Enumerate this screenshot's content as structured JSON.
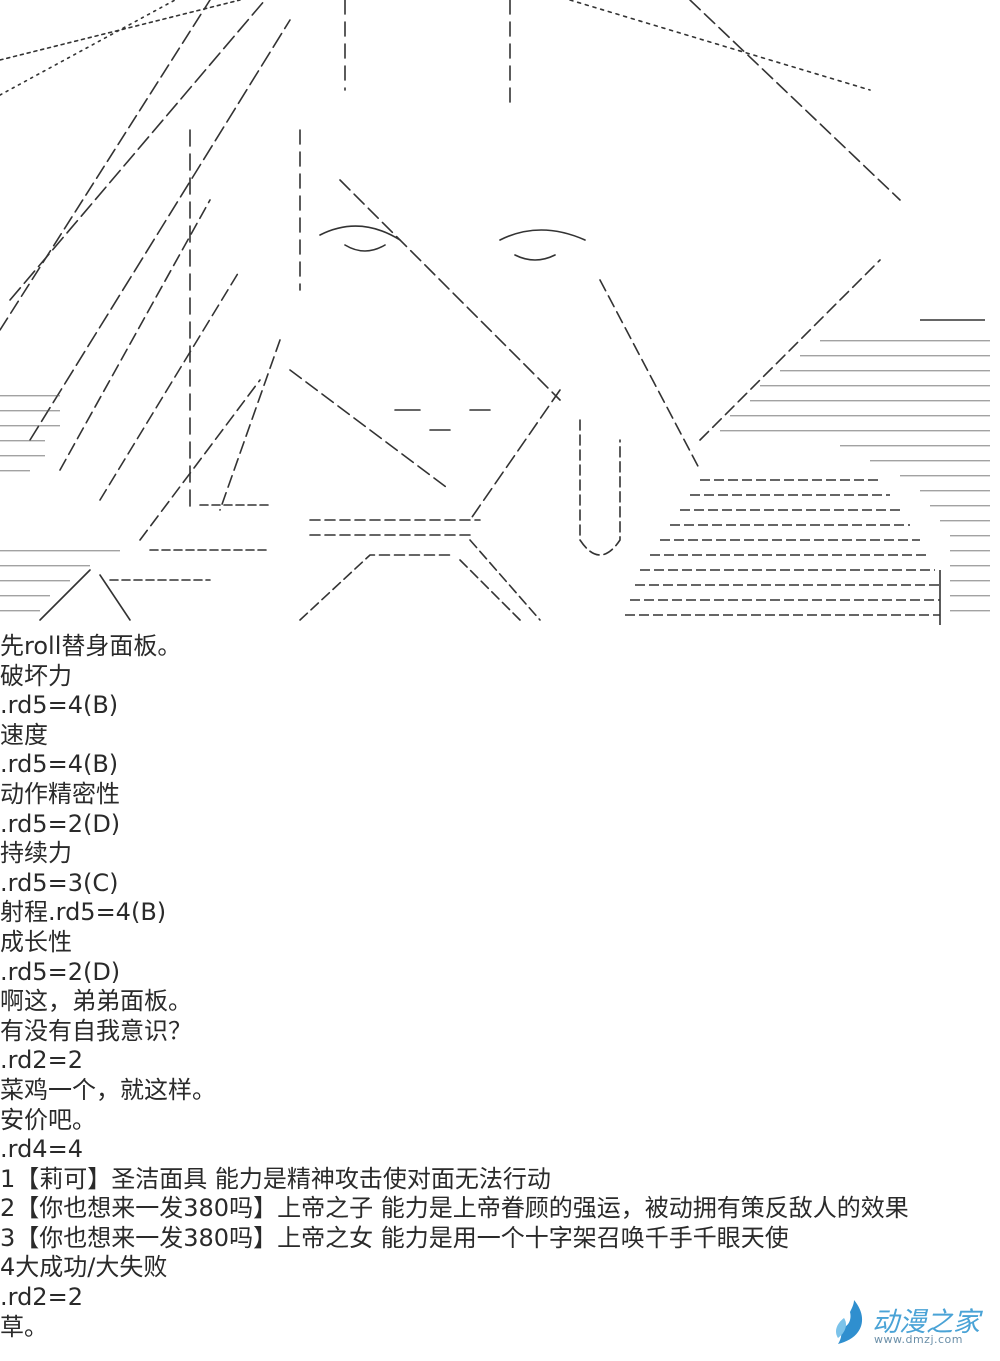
{
  "lines": [
    "先roll替身面板。",
    "破坏力",
    ".rd5=4(B)",
    "速度",
    ".rd5=4(B)",
    "动作精密性",
    ".rd5=2(D)",
    "持续力",
    ".rd5=3(C)",
    "射程.rd5=4(B)",
    "成长性",
    ".rd5=2(D)",
    "啊这，弟弟面板。",
    "有没有自我意识？",
    ".rd2=2",
    "菜鸡一个，就这样。",
    "安价吧。",
    ".rd4=4",
    "1【莉可】圣洁面具 能力是精神攻击使对面无法行动",
    "2【你也想来一发380吗】上帝之子 能力是上帝眷顾的强运，被动拥有策反敌人的效果",
    "3【你也想来一发380吗】上帝之女 能力是用一个十字架召唤千手千眼天使",
    "4大成功/大失败",
    ".rd2=2",
    "草。"
  ],
  "watermark": {
    "name": "动漫之家",
    "url": "www.dmzj.com",
    "accent": "#4aa3d6"
  }
}
